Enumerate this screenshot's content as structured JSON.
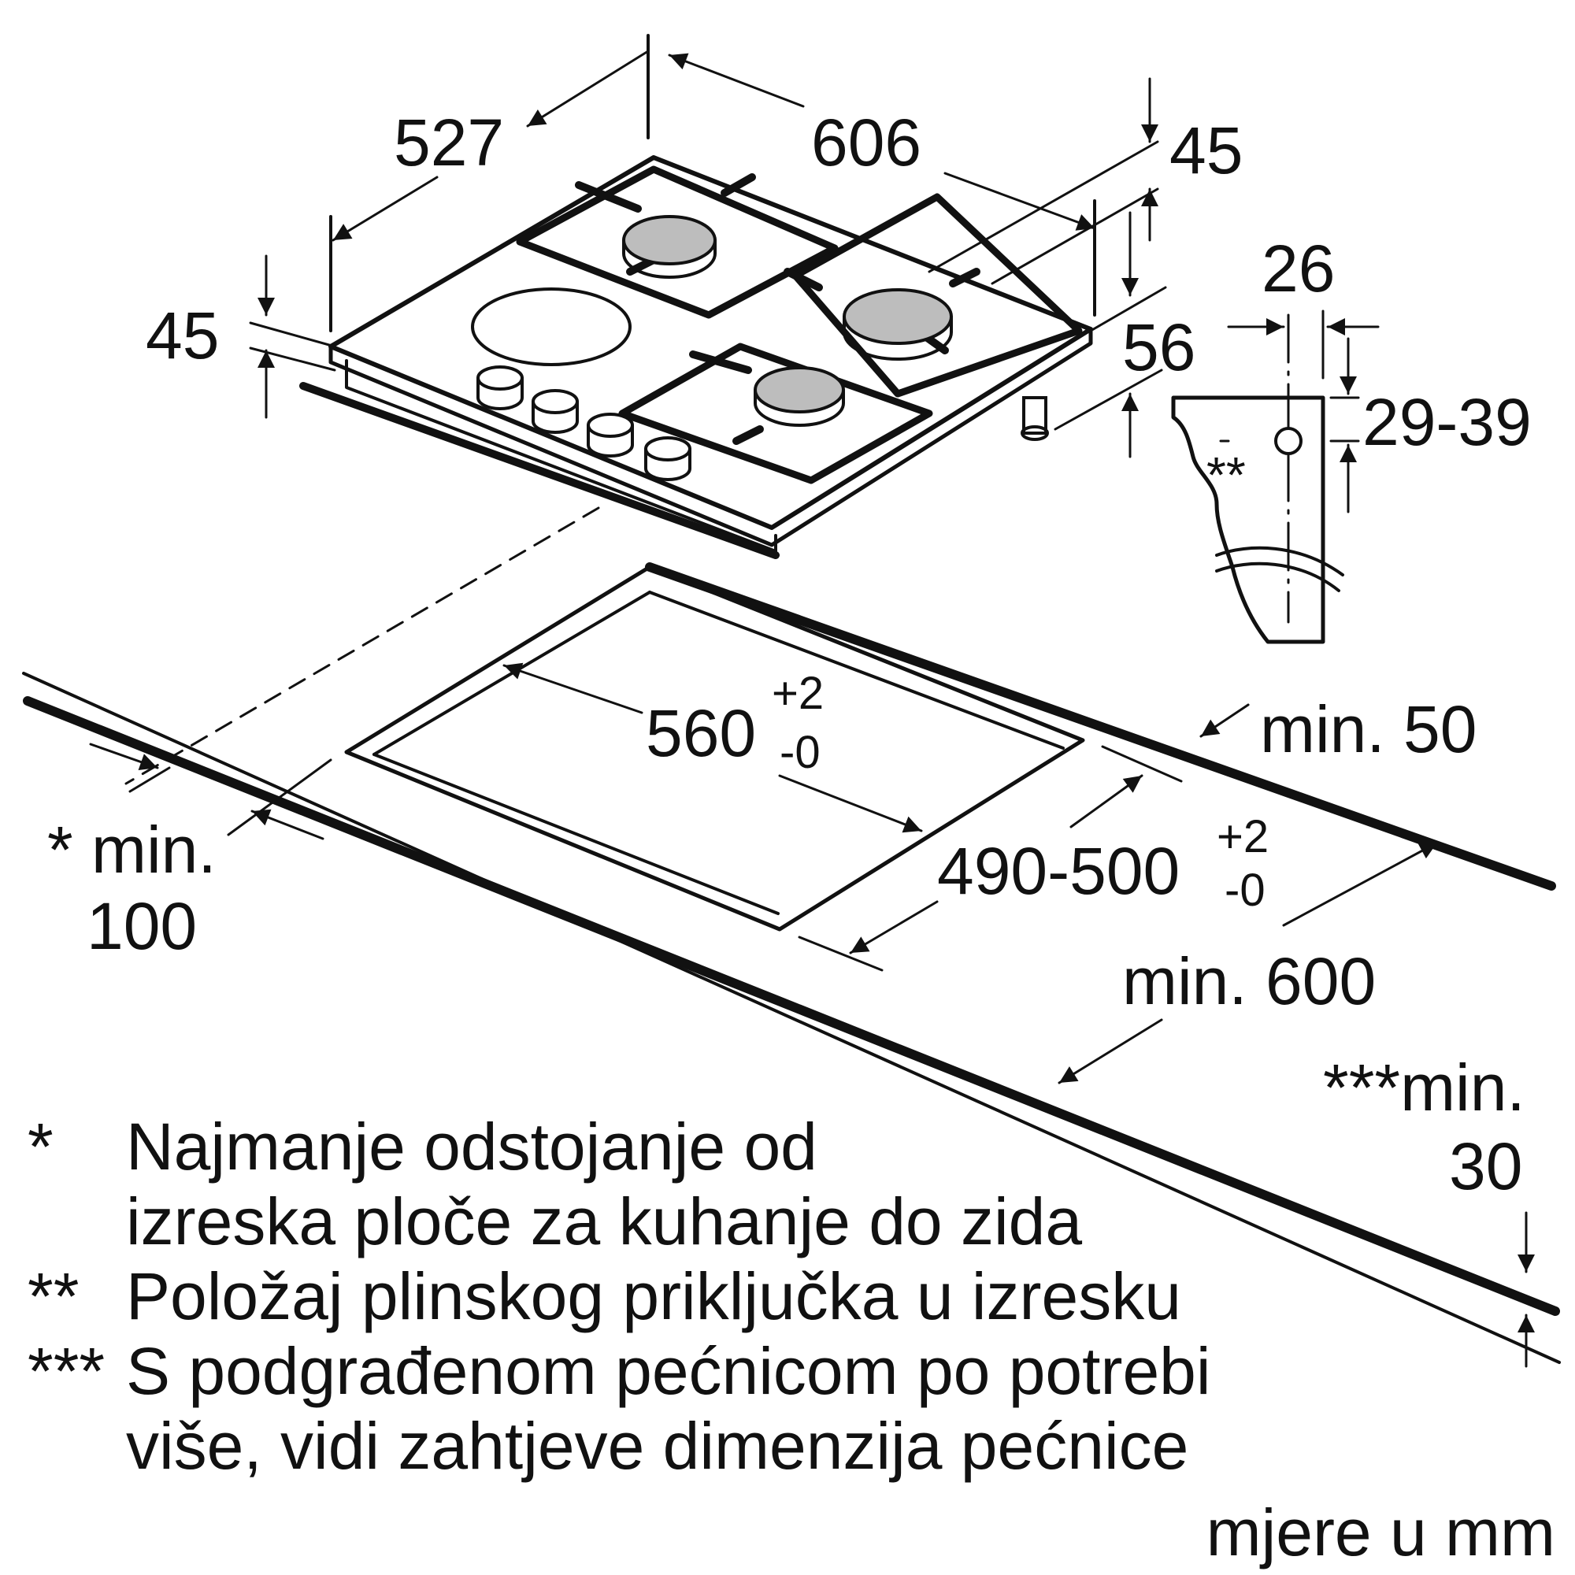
{
  "dimensions": {
    "depth": "527",
    "width": "606",
    "top_height": "45",
    "left_height": "45",
    "foot_height": "56",
    "connector_offset": "26",
    "connector_height": "29-39",
    "cutout_width": "560",
    "cutout_width_tol_plus": "+2",
    "cutout_width_tol_minus": "-0",
    "cutout_depth": "490-500",
    "cutout_depth_tol_plus": "+2",
    "cutout_depth_tol_minus": "-0",
    "min_back": "min. 50",
    "min_wall_line1": "* min.",
    "min_wall_line2": "100",
    "min_worktop": "min. 600",
    "min_thickness_line1": "***min.",
    "min_thickness_line2": "30",
    "connector_marker": "**"
  },
  "notes": [
    {
      "marker": "*",
      "lines": [
        "Najmanje odstojanje od",
        "izreska ploče za kuhanje do zida"
      ]
    },
    {
      "marker": "**",
      "lines": [
        "Položaj plinskog priključka u izresku"
      ]
    },
    {
      "marker": "***",
      "lines": [
        "S podgrađenom pećnicom po potrebi",
        "više, vidi zahtjeve dimenzija pećnice"
      ]
    }
  ],
  "units_note": "mjere u mm",
  "colors": {
    "line": "#111111",
    "burner": "#bdbdbd",
    "background": "#ffffff"
  }
}
